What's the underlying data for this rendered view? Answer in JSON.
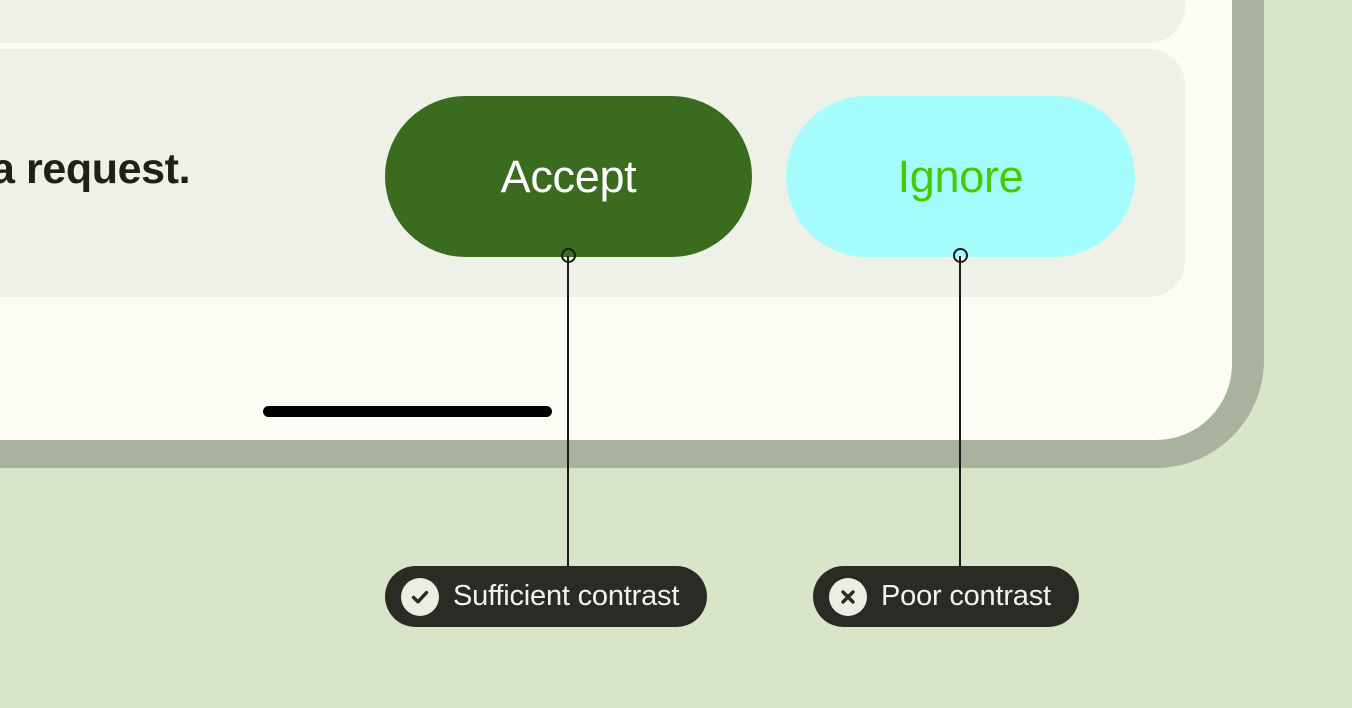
{
  "theme": {
    "page_background": "#d9e5c9",
    "device_border": "#a8b29f",
    "page_surface": "#fcfcf5",
    "card_surface": "#eef1e8",
    "text_primary": "#1d2117",
    "badge_background": "#2b2b26",
    "badge_text": "#f2f2ec",
    "badge_icon_circle": "#eceee4",
    "home_bar": "#000000",
    "leader_line": "#1a1a1a"
  },
  "content": {
    "sentence": "a request."
  },
  "buttons": [
    {
      "id": "accept",
      "label": "Accept",
      "background": "#3a6b1f",
      "text_color": "#ffffff"
    },
    {
      "id": "ignore",
      "label": "Ignore",
      "background": "#a5fcfc",
      "text_color": "#44cc00"
    }
  ],
  "annotations": [
    {
      "id": "sufficient",
      "label": "Sufficient contrast",
      "icon": "check-circle-icon"
    },
    {
      "id": "poor",
      "label": "Poor contrast",
      "icon": "x-circle-icon"
    }
  ]
}
